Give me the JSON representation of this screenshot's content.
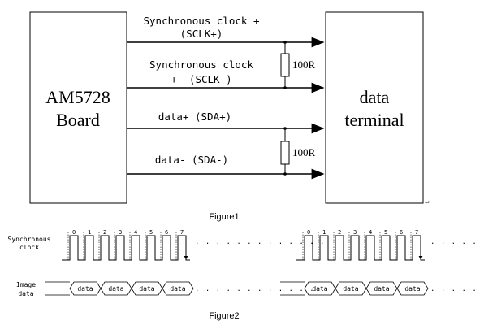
{
  "fig1": {
    "left_box": [
      "AM5728",
      "Board"
    ],
    "right_box": [
      "data",
      "terminal"
    ],
    "lines": [
      {
        "label1": "Synchronous clock +",
        "label2": "(SCLK+)"
      },
      {
        "label1": "Synchronous clock",
        "label2": "+- (SCLK-)"
      },
      {
        "label1": "data+ (SDA+)",
        "label2": ""
      },
      {
        "label1": "data- (SDA-)",
        "label2": ""
      }
    ],
    "resistor_label": "100R",
    "caption": "Figure1"
  },
  "fig2": {
    "clock_label": [
      "Synchronous",
      "clock"
    ],
    "image_label": [
      "Image",
      "data"
    ],
    "clock_numbers_a": [
      "0",
      "1",
      "2",
      "3",
      "4",
      "5",
      "6",
      "7"
    ],
    "clock_numbers_b": [
      "0",
      "1",
      "2",
      "3",
      "4",
      "5",
      "6",
      "7"
    ],
    "data_label": "data",
    "ellipsis": ". . . . . . . . . . . . .",
    "caption": "Figure2"
  }
}
